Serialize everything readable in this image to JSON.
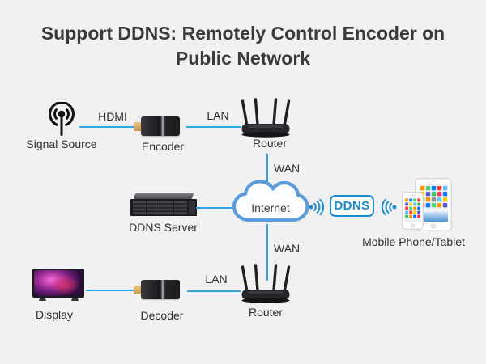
{
  "title": "Support DDNS: Remotely Control Encoder on Public Network",
  "colors": {
    "background": "#f1f1f2",
    "accent_blue": "#2ba6e2",
    "ddns_blue": "#1a8ccd",
    "cloud_border": "#5c9cda",
    "text": "#2e2e30"
  },
  "nodes": {
    "signal_source": {
      "label": "Signal Source",
      "icon": "broadcast-icon"
    },
    "encoder": {
      "label": "Encoder",
      "icon": "encoder-device"
    },
    "router_top": {
      "label": "Router",
      "icon": "router-icon"
    },
    "ddns_server": {
      "label": "DDNS Server",
      "icon": "rack-server-icon"
    },
    "internet": {
      "label": "Internet",
      "icon": "cloud-icon"
    },
    "ddns_badge": {
      "label": "DDNS"
    },
    "mobile": {
      "label": "Mobile Phone/Tablet",
      "icon": "phone-tablet-icon"
    },
    "display": {
      "label": "Display",
      "icon": "tv-icon"
    },
    "decoder": {
      "label": "Decoder",
      "icon": "decoder-device"
    },
    "router_bottom": {
      "label": "Router",
      "icon": "router-icon"
    }
  },
  "links": {
    "hdmi": {
      "label": "HDMI"
    },
    "lan_top": {
      "label": "LAN"
    },
    "wan_top": {
      "label": "WAN"
    },
    "wan_bottom": {
      "label": "WAN"
    },
    "lan_bottom": {
      "label": "LAN"
    }
  }
}
